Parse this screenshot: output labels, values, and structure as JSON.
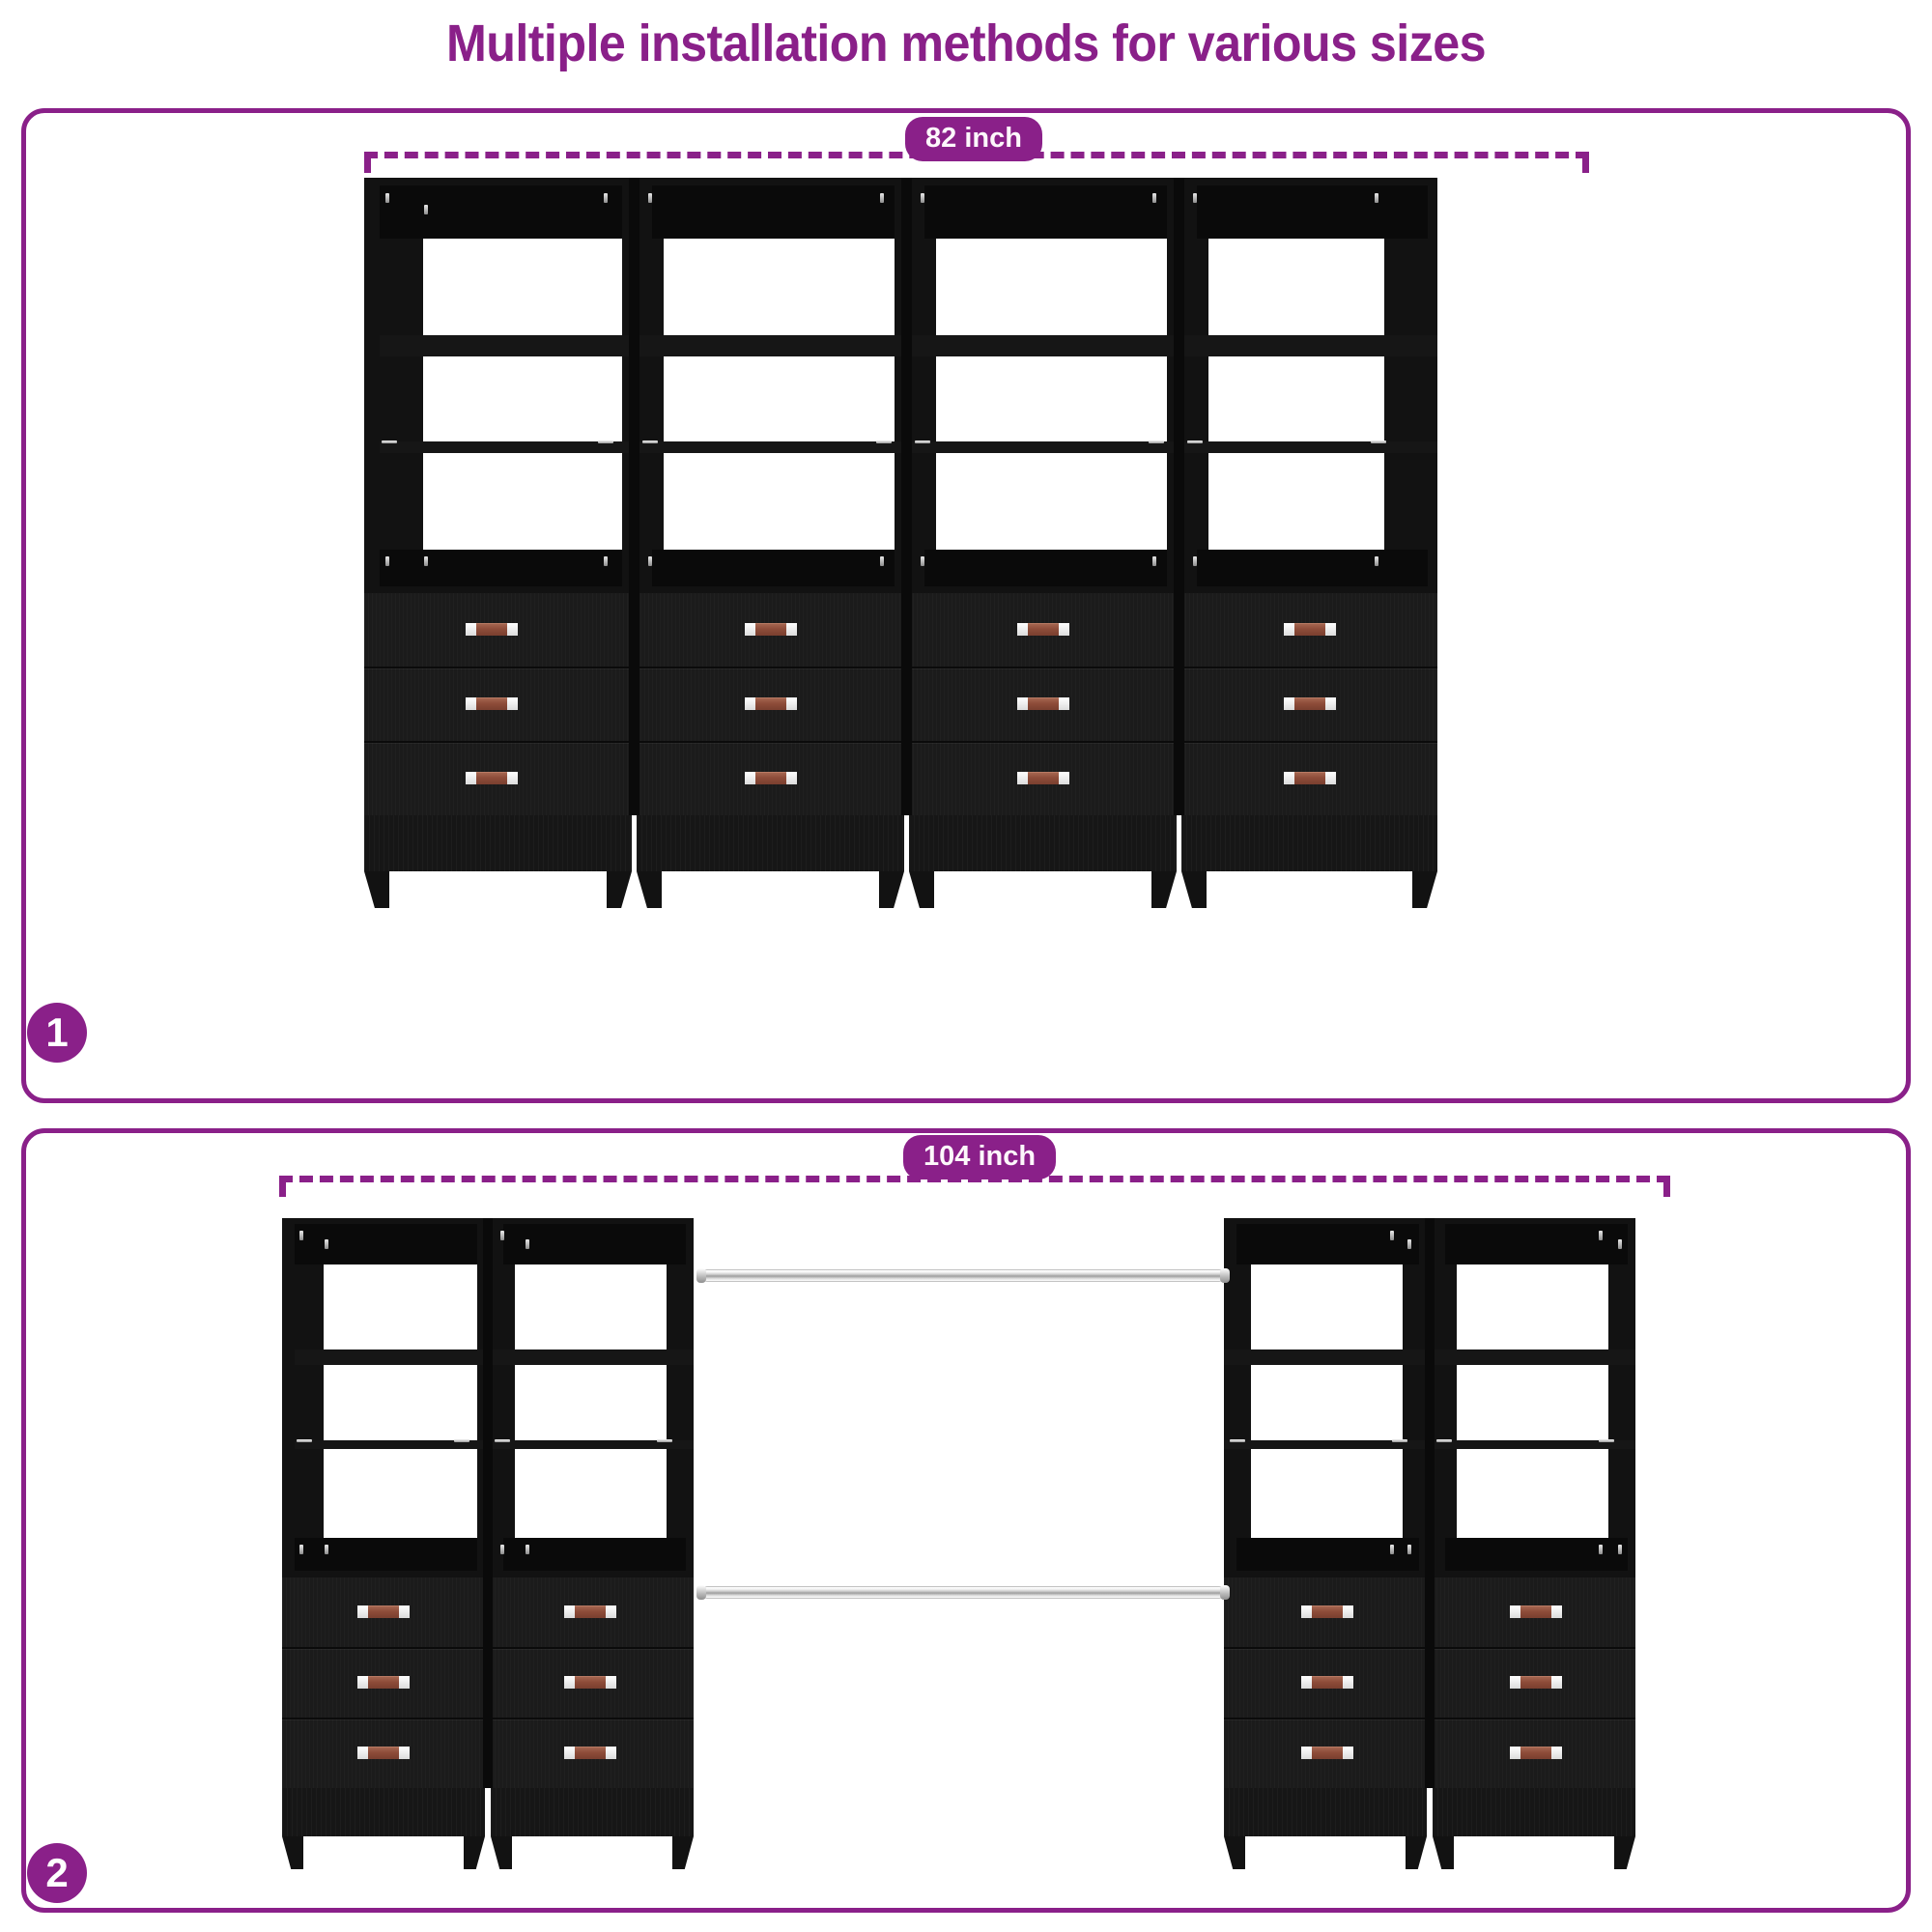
{
  "title": "Multiple installation methods for various sizes",
  "accent_color": "#8a2089",
  "panels": [
    {
      "step": "1",
      "dimension_label": "82 inch",
      "description": "Four joined closet towers with open shelving above and three drawers each",
      "tower_count": 4,
      "shelves_per_tower": 3,
      "drawers_per_tower": 3
    },
    {
      "step": "2",
      "dimension_label": "104 inch",
      "description": "Two pairs of closet towers separated by a double chrome hanging rod section",
      "tower_count": 4,
      "shelves_per_tower": 3,
      "drawers_per_tower": 3,
      "hanging_rods": 2
    }
  ],
  "icons": {
    "step_badge": "numbered-circle",
    "dimension": "dashed-measure-line",
    "handle": "drawer-pull-handle",
    "rod": "hanging-rod"
  }
}
